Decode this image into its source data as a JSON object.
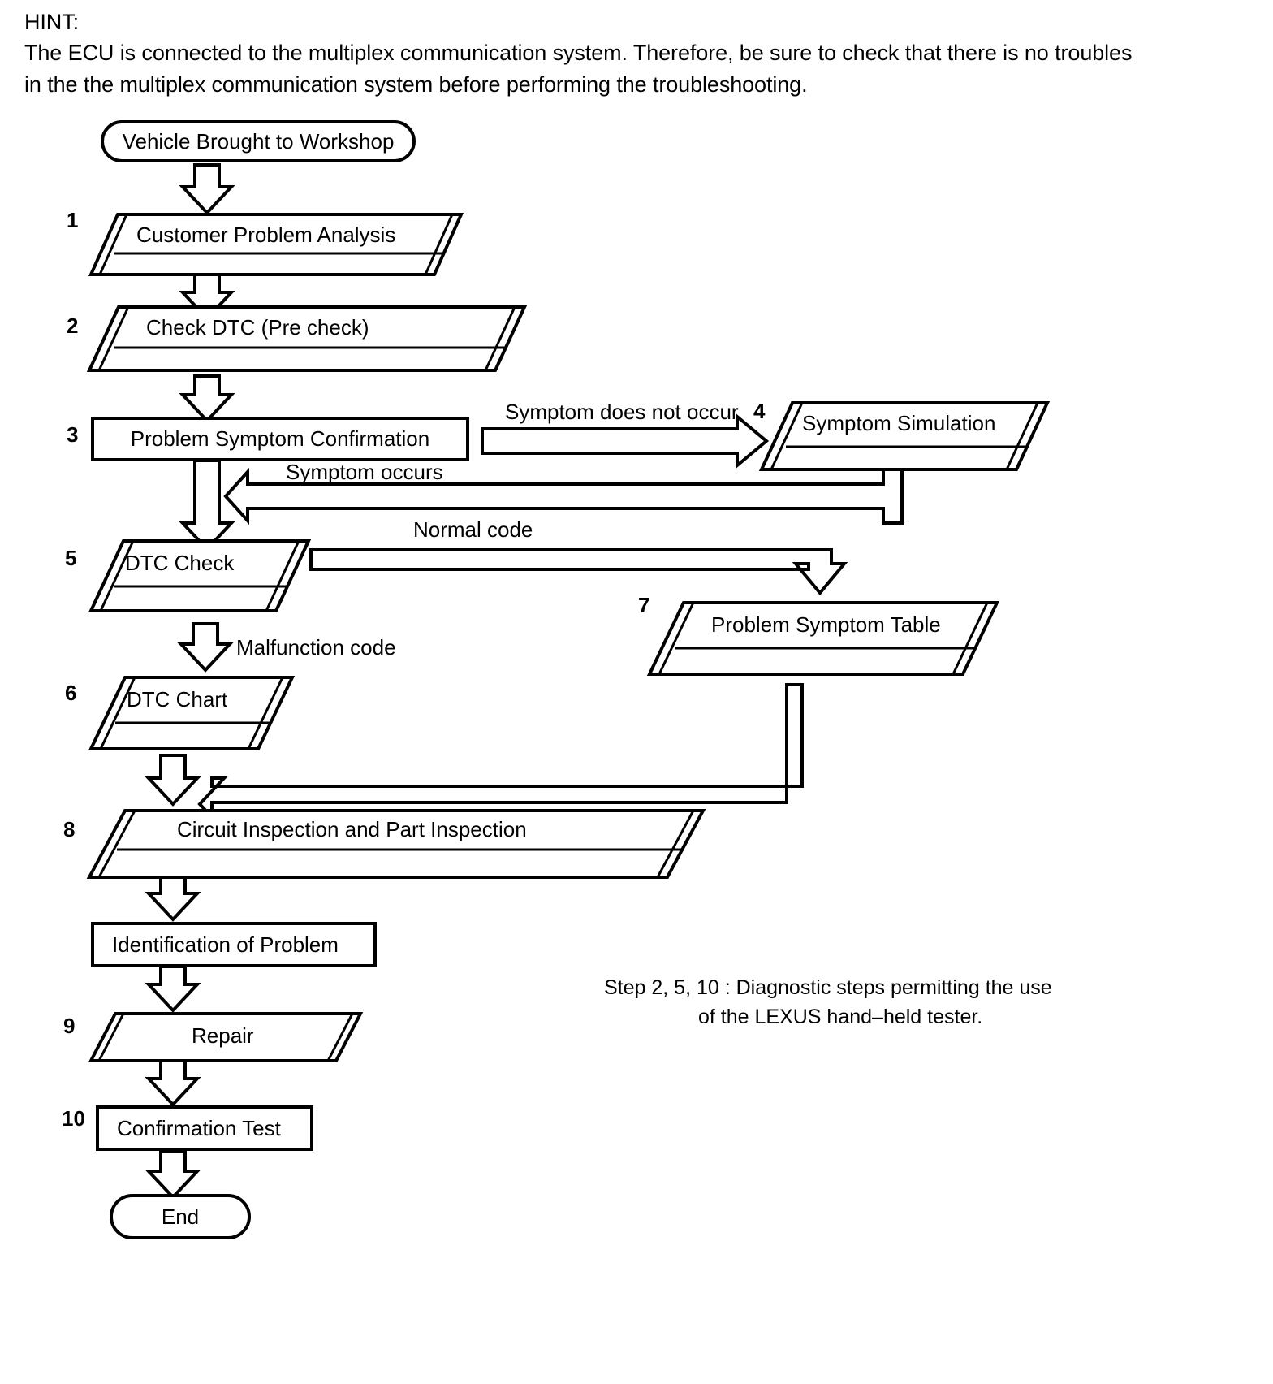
{
  "hint": {
    "label": "HINT:",
    "body": "The ECU is connected to the multiplex communication system. Therefore, be sure to check that there is no troubles in the the multiplex communication system before performing the troubleshooting."
  },
  "flow": {
    "start": {
      "label": "Vehicle Brought to Workshop",
      "shape": "terminator"
    },
    "end": {
      "label": "End",
      "shape": "terminator"
    },
    "steps": [
      {
        "number": "1",
        "label": "Customer Problem Analysis",
        "shape": "document"
      },
      {
        "number": "2",
        "label": "Check DTC (Pre check)",
        "shape": "document"
      },
      {
        "number": "3",
        "label": "Problem Symptom Confirmation",
        "shape": "rectangle"
      },
      {
        "number": "4",
        "label": "Symptom Simulation",
        "shape": "document"
      },
      {
        "number": "5",
        "label": "DTC Check",
        "shape": "document"
      },
      {
        "number": "6",
        "label": "DTC Chart",
        "shape": "document"
      },
      {
        "number": "7",
        "label": "Problem Symptom Table",
        "shape": "document"
      },
      {
        "number": "8",
        "label": "Circuit Inspection and Part Inspection",
        "shape": "document"
      },
      {
        "number": "",
        "label": "Identification of Problem",
        "shape": "rectangle"
      },
      {
        "number": "9",
        "label": "Repair",
        "shape": "document"
      },
      {
        "number": "10",
        "label": "Confirmation Test",
        "shape": "rectangle"
      }
    ],
    "edge_labels": {
      "symptom_does_not_occur": "Symptom does not occur",
      "symptom_occurs": "Symptom occurs",
      "normal_code": "Normal code",
      "malfunction_code": "Malfunction code"
    }
  },
  "legend": {
    "line1": "Step 2, 5, 10 : Diagnostic steps permitting the use",
    "line2": "of the LEXUS hand–held tester."
  },
  "colors": {
    "ink": "#000000",
    "paper": "#ffffff"
  }
}
